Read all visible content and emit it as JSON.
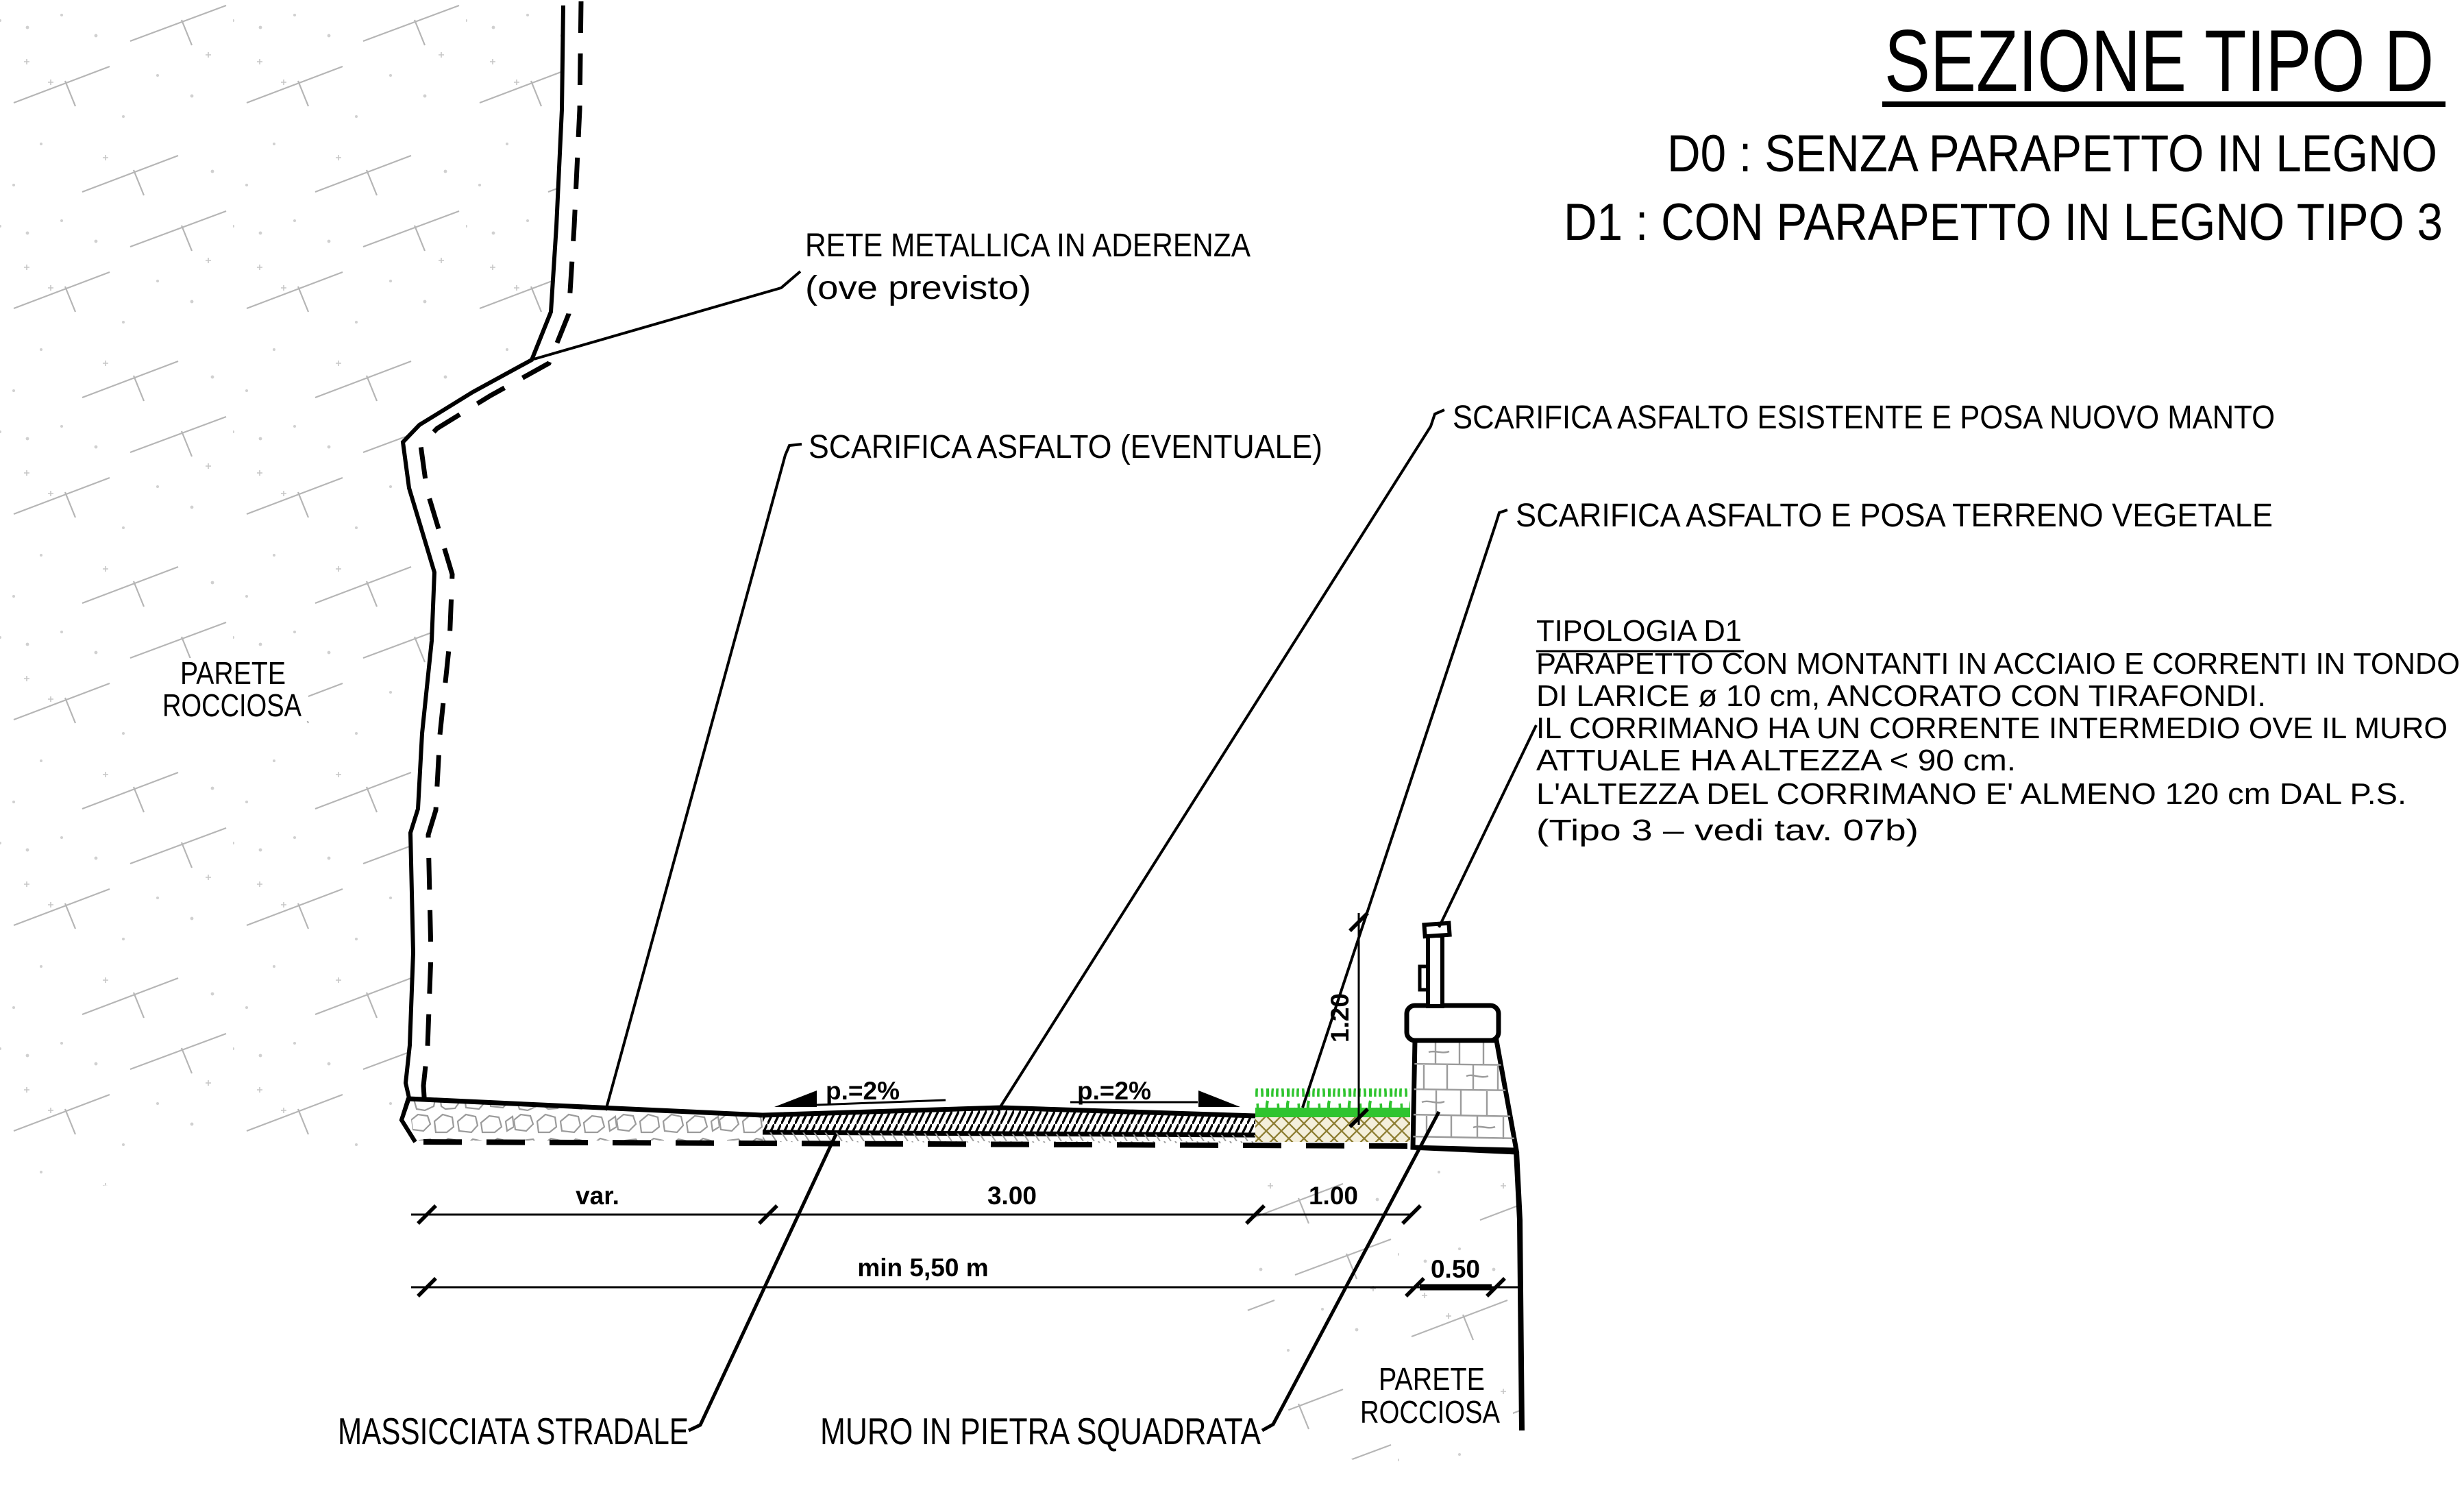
{
  "header": {
    "title": "SEZIONE TIPO D",
    "subtitle_d0": "D0 : SENZA PARAPETTO IN LEGNO",
    "subtitle_d1": "D1 : CON PARAPETTO IN LEGNO TIPO 3"
  },
  "annotations": {
    "rete_line1": "RETE METALLICA IN ADERENZA",
    "rete_line2": "(ove previsto)",
    "scarifica_eventuale": "SCARIFICA ASFALTO (EVENTUALE)",
    "scarifica_nuovo_manto": "SCARIFICA ASFALTO ESISTENTE E POSA NUOVO MANTO",
    "scarifica_terreno": "SCARIFICA ASFALTO E POSA TERRENO VEGETALE",
    "massicciata": "MASSICCIATA STRADALE",
    "muro": "MURO IN PIETRA SQUADRATA",
    "parete_left_1": "PARETE",
    "parete_left_2": "ROCCIOSA",
    "parete_right_1": "PARETE",
    "parete_right_2": "ROCCIOSA"
  },
  "note_d1": {
    "heading": "TIPOLOGIA D1",
    "lines": [
      "PARAPETTO CON MONTANTI IN ACCIAIO E CORRENTI IN TONDO",
      "DI LARICE ø 10 cm, ANCORATO CON TIRAFONDI.",
      "IL CORRIMANO HA UN CORRENTE INTERMEDIO OVE IL MURO",
      "ATTUALE HA ALTEZZA < 90 cm.",
      "L'ALTEZZA DEL CORRIMANO E' ALMENO 120 cm DAL P.S.",
      "(Tipo 3 – vedi tav. 07b)"
    ]
  },
  "dimensions": {
    "var": "var.",
    "w3": "3.00",
    "w1": "1.00",
    "min": "min 5,50 m",
    "w05": "0.50",
    "h120": "1.20",
    "slope": "p.=2%"
  },
  "colors": {
    "grass_green": "#2fc42f",
    "terrain_tan": "#f4efdb",
    "lattice_olive": "#8e7e33",
    "rock_hatch_gray": "#b5b5b5",
    "stone_gray": "#9b9b9b"
  }
}
